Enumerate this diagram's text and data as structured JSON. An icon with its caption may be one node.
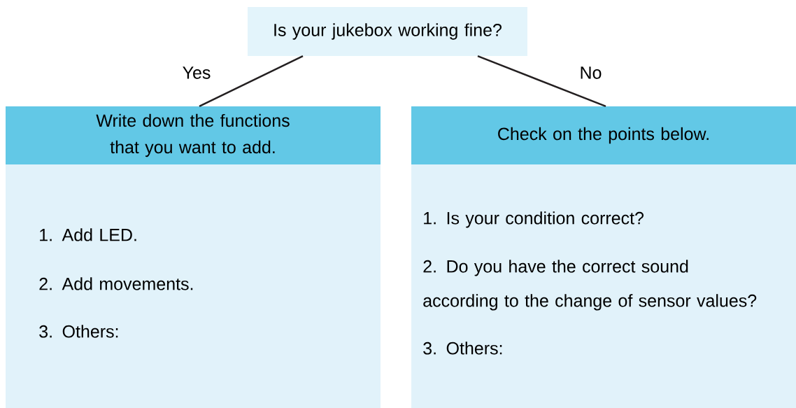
{
  "diagram": {
    "nodes": [
      {
        "text": [
          "Is your jukebox working fine?"
        ]
      },
      {
        "text": [
          "Write down the functions that you want to add."
        ]
      },
      {
        "text": [
          "1. Add LED.",
          "2. Add movements.",
          "3. Others:"
        ]
      },
      {
        "text": [
          "Check on the points below."
        ]
      },
      {
        "text": [
          "1. Is your condition correct?",
          "2. Do you have the correct sound according to the change of sensor values?",
          "3. Others:"
        ]
      }
    ],
    "edges": [
      {
        "from": 0,
        "to": 1,
        "arrow": "none",
        "label": "Yes"
      },
      {
        "from": 0,
        "to": 3,
        "arrow": "none",
        "label": "No"
      }
    ]
  }
}
